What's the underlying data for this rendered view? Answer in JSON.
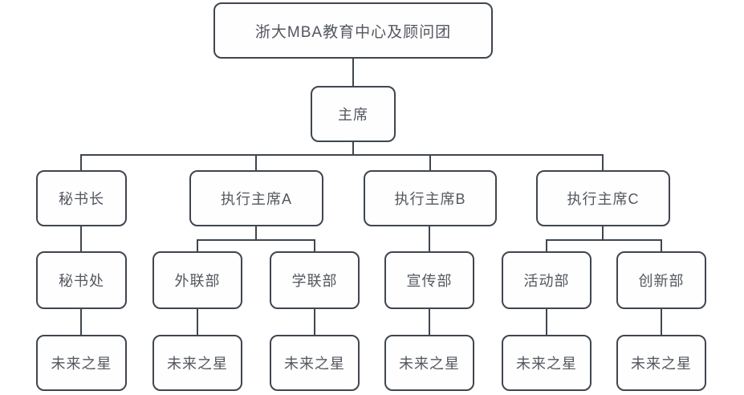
{
  "diagram": {
    "type": "org-chart",
    "title": "浙大MBA教育中心及顾问团",
    "colors": {
      "background": "#ffffff",
      "node_fill": "#fefefe",
      "node_border": "#40464e",
      "node_text": "#53575e",
      "connector": "#40464e"
    },
    "nodes": {
      "root": {
        "label": "浙大MBA教育中心及顾问团",
        "level": 1
      },
      "chairman": {
        "label": "主席",
        "level": 2
      },
      "secretary_general": {
        "label": "秘书长",
        "level": 3
      },
      "exec_chair_a": {
        "label": "执行主席A",
        "level": 3
      },
      "exec_chair_b": {
        "label": "执行主席B",
        "level": 3
      },
      "exec_chair_c": {
        "label": "执行主席C",
        "level": 3
      },
      "secretariat": {
        "label": "秘书处",
        "level": 4
      },
      "external_relations": {
        "label": "外联部",
        "level": 4
      },
      "student_union": {
        "label": "学联部",
        "level": 4
      },
      "publicity": {
        "label": "宣传部",
        "level": 4
      },
      "activities": {
        "label": "活动部",
        "level": 4
      },
      "innovation": {
        "label": "创新部",
        "level": 4
      },
      "future_star_1": {
        "label": "未来之星",
        "level": 5
      },
      "future_star_2": {
        "label": "未来之星",
        "level": 5
      },
      "future_star_3": {
        "label": "未来之星",
        "level": 5
      },
      "future_star_4": {
        "label": "未来之星",
        "level": 5
      },
      "future_star_5": {
        "label": "未来之星",
        "level": 5
      },
      "future_star_6": {
        "label": "未来之星",
        "level": 5
      }
    },
    "edges": [
      {
        "from": "root",
        "to": "chairman"
      },
      {
        "from": "chairman",
        "to": "secretary_general"
      },
      {
        "from": "chairman",
        "to": "exec_chair_a"
      },
      {
        "from": "chairman",
        "to": "exec_chair_b"
      },
      {
        "from": "chairman",
        "to": "exec_chair_c"
      },
      {
        "from": "secretary_general",
        "to": "secretariat"
      },
      {
        "from": "exec_chair_a",
        "to": "external_relations"
      },
      {
        "from": "exec_chair_a",
        "to": "student_union"
      },
      {
        "from": "exec_chair_b",
        "to": "publicity"
      },
      {
        "from": "exec_chair_c",
        "to": "activities"
      },
      {
        "from": "exec_chair_c",
        "to": "innovation"
      },
      {
        "from": "secretariat",
        "to": "future_star_1"
      },
      {
        "from": "external_relations",
        "to": "future_star_2"
      },
      {
        "from": "student_union",
        "to": "future_star_3"
      },
      {
        "from": "publicity",
        "to": "future_star_4"
      },
      {
        "from": "activities",
        "to": "future_star_5"
      },
      {
        "from": "innovation",
        "to": "future_star_6"
      }
    ]
  }
}
